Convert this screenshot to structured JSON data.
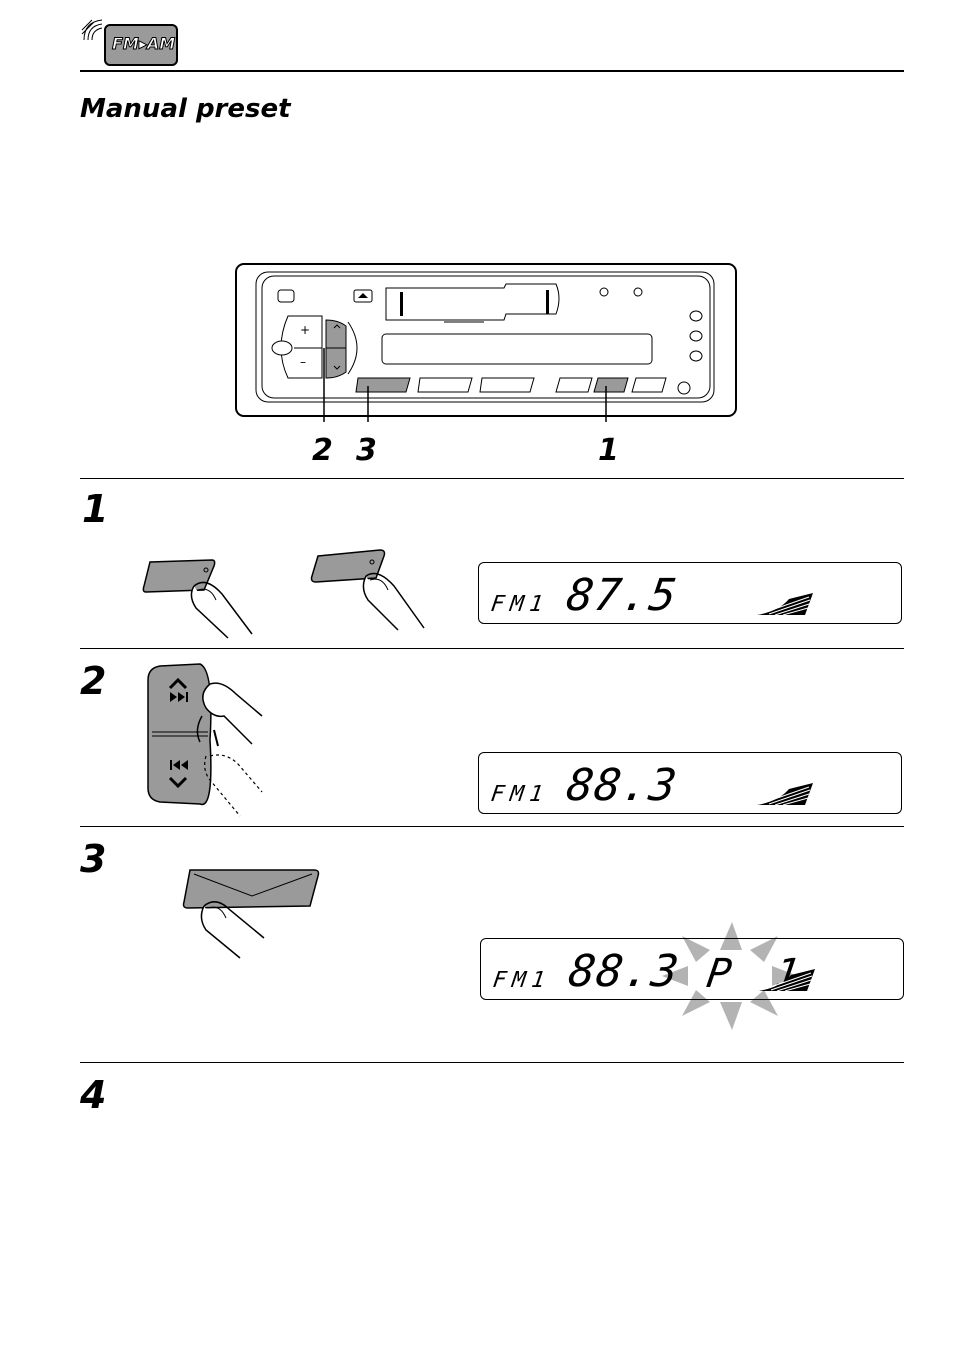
{
  "header": {
    "badge_label": "FM▸AM",
    "badge_icon": "radio-waves-icon"
  },
  "section": {
    "title": "Manual preset"
  },
  "faceplate": {
    "callouts": [
      "2",
      "3",
      "1"
    ]
  },
  "steps": [
    {
      "number": "1",
      "display": {
        "band": "FM1",
        "frequency": "87.5",
        "preset": ""
      }
    },
    {
      "number": "2",
      "display": {
        "band": "FM1",
        "frequency": "88.3",
        "preset": ""
      }
    },
    {
      "number": "3",
      "display": {
        "band": "FM1",
        "frequency": "88.3",
        "preset": "P 1"
      }
    },
    {
      "number": "4"
    }
  ],
  "colors": {
    "button_fill": "#9a9a9a",
    "flash_fill": "#b3b3b3",
    "rule": "#000000"
  }
}
